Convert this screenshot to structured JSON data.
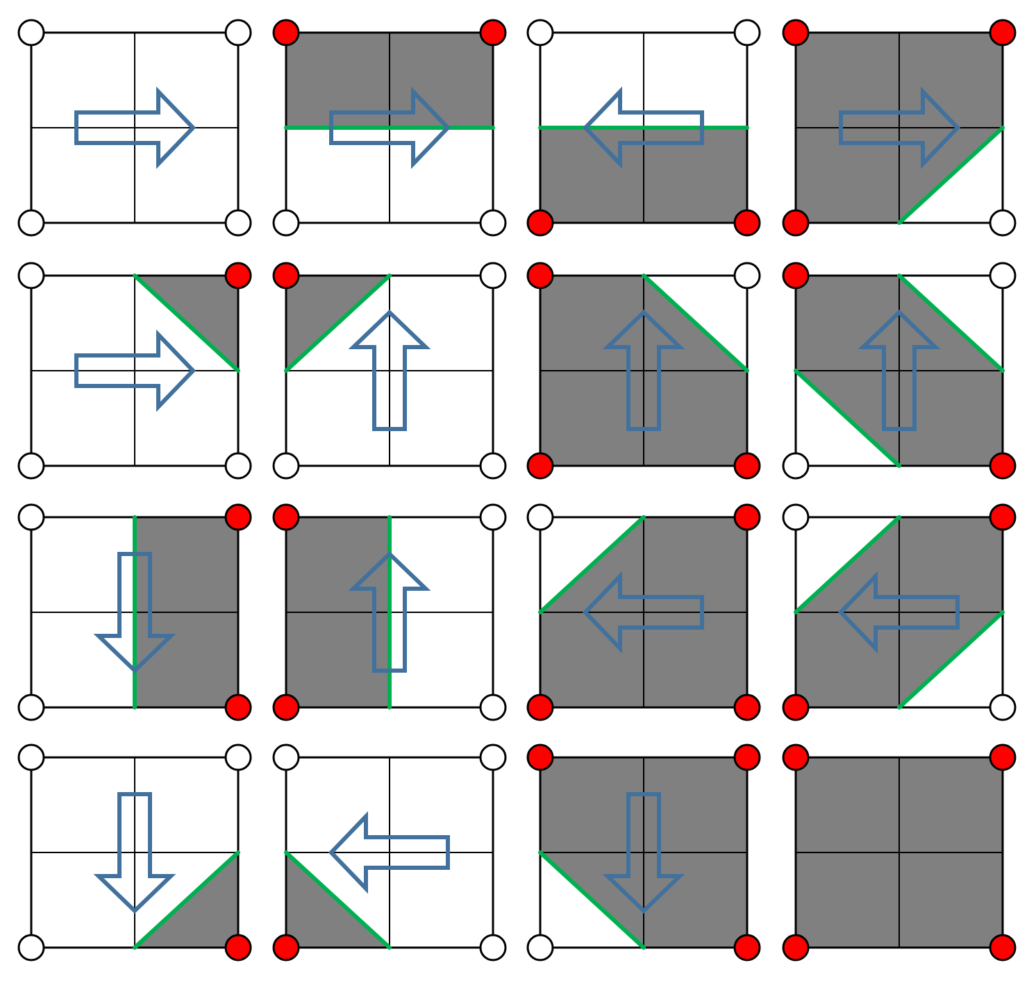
{
  "colors": {
    "background": "#ffffff",
    "fill": "#808080",
    "grid": "#000000",
    "contour": "#00b050",
    "arrow": "#41719c",
    "vertex_on": "#ff0000",
    "vertex_off": "#ffffff"
  },
  "corner_order": [
    "top-left",
    "top-right",
    "bottom-left",
    "bottom-right"
  ],
  "cases": [
    {
      "corners": [
        0,
        0,
        0,
        0
      ],
      "arrow": "right"
    },
    {
      "corners": [
        1,
        1,
        0,
        0
      ],
      "arrow": "right"
    },
    {
      "corners": [
        0,
        0,
        1,
        1
      ],
      "arrow": "left"
    },
    {
      "corners": [
        1,
        1,
        1,
        0
      ],
      "arrow": "right"
    },
    {
      "corners": [
        0,
        1,
        0,
        0
      ],
      "arrow": "right"
    },
    {
      "corners": [
        1,
        0,
        0,
        0
      ],
      "arrow": "up"
    },
    {
      "corners": [
        1,
        0,
        1,
        1
      ],
      "arrow": "up"
    },
    {
      "corners": [
        1,
        0,
        0,
        1
      ],
      "arrow": "up"
    },
    {
      "corners": [
        0,
        1,
        0,
        1
      ],
      "arrow": "down"
    },
    {
      "corners": [
        1,
        0,
        1,
        0
      ],
      "arrow": "up"
    },
    {
      "corners": [
        0,
        1,
        1,
        1
      ],
      "arrow": "left"
    },
    {
      "corners": [
        0,
        1,
        1,
        0
      ],
      "arrow": "left"
    },
    {
      "corners": [
        0,
        0,
        0,
        1
      ],
      "arrow": "down"
    },
    {
      "corners": [
        0,
        0,
        1,
        0
      ],
      "arrow": "left"
    },
    {
      "corners": [
        1,
        1,
        0,
        1
      ],
      "arrow": "down"
    },
    {
      "corners": [
        1,
        1,
        1,
        1
      ],
      "arrow": "none"
    }
  ]
}
